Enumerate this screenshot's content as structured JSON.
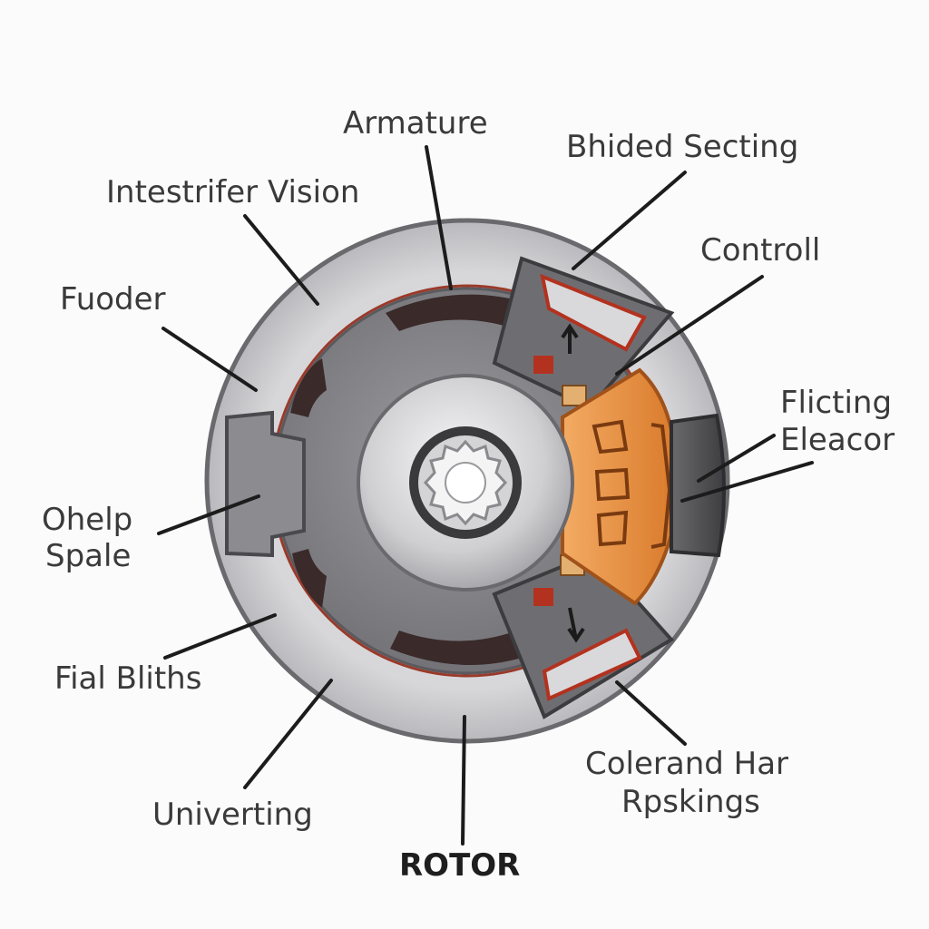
{
  "colors": {
    "background": "#fbfbfb",
    "outer_ring": "#c9c9cc",
    "armature_body": "#8a8a8e",
    "hub": "#e2e2e4",
    "brush_holder": "#6e6e72",
    "commutator": "#e9954a",
    "terminal": "#4d4d50",
    "accent_red": "#b3321f",
    "leader_line": "#1c1c1c"
  },
  "labels": {
    "armature": "Armature",
    "bhided_secting": "Bhided Secting",
    "intestrifer_vision": "Intestrifer Vision",
    "controll": "Controll",
    "fuoder": "Fuoder",
    "flicting_eleacor_line1": "Flicting",
    "flicting_eleacor_line2": "Eleacor",
    "ohelp_spale_line1": "Ohelp",
    "ohelp_spale_line2": "Spale",
    "fial_bliths": "Fial Bliths",
    "colerand_har_line1": "Colerand Har",
    "colerand_har_line2": "Rpskings",
    "univerting": "Univerting",
    "rotor": "ROTOR"
  }
}
